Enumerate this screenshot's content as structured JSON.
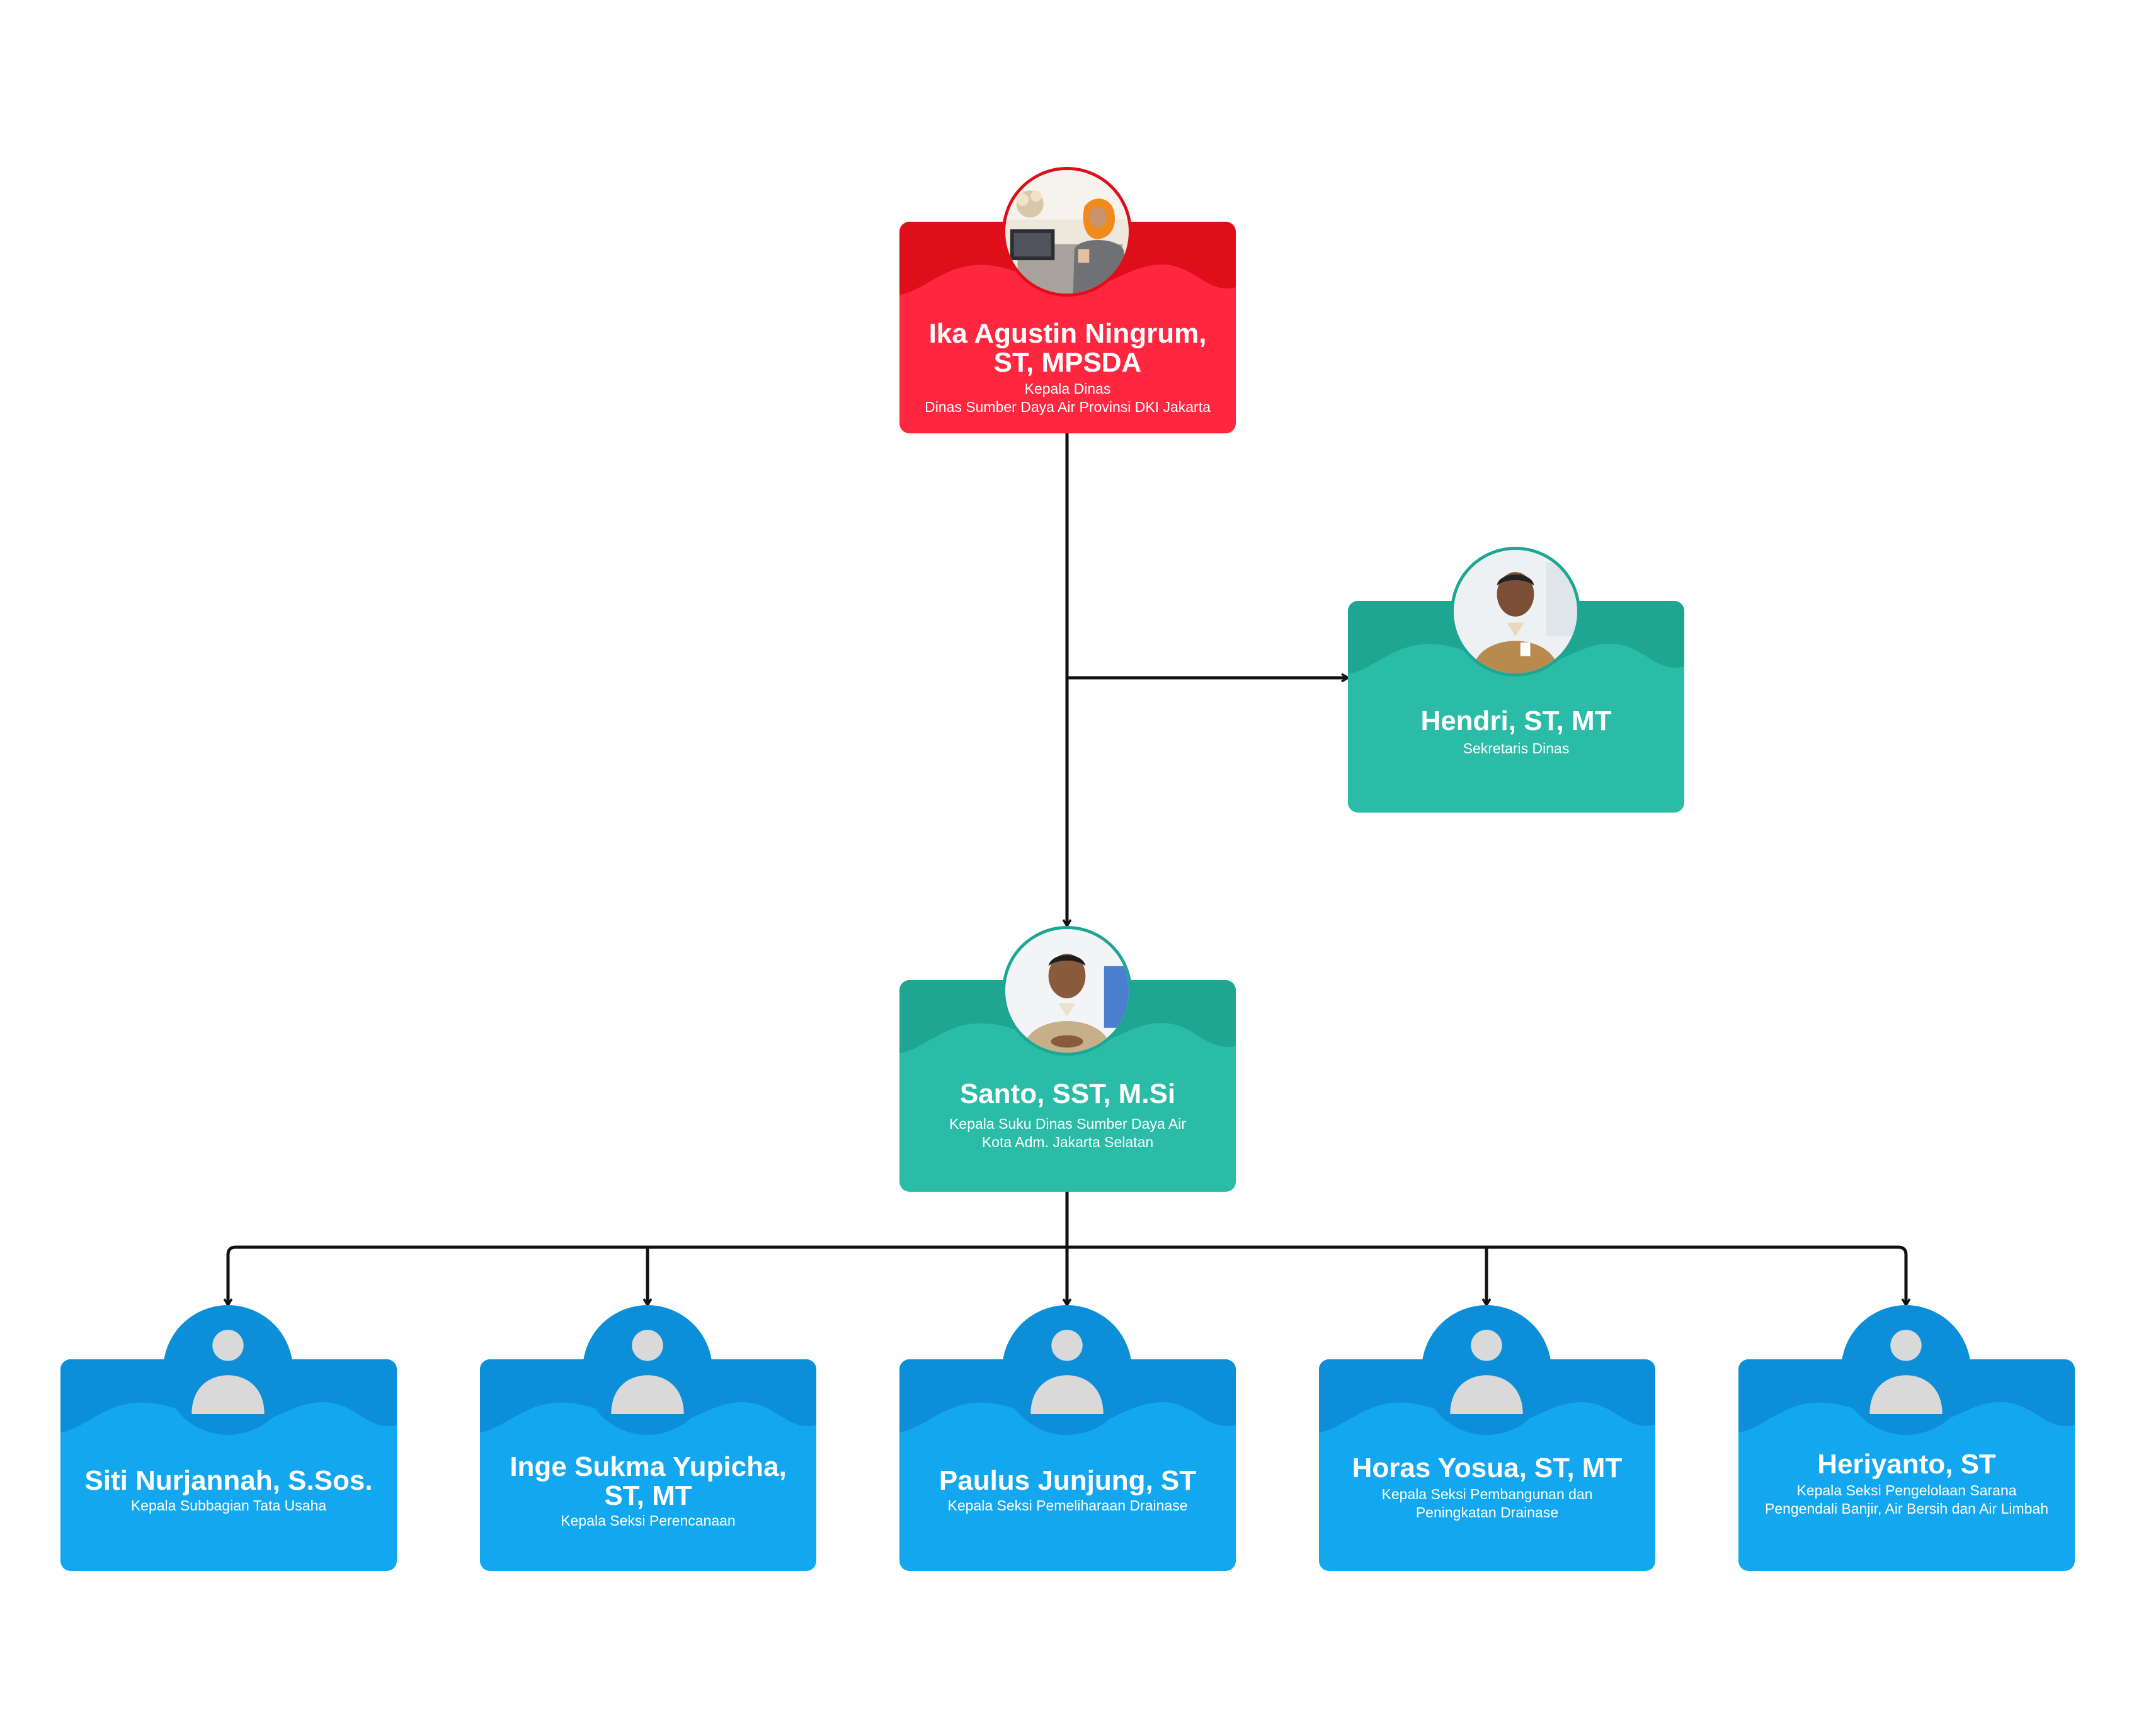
{
  "colors": {
    "red_top": "#de0f1b",
    "red_body": "#ff2640",
    "teal_top": "#1fa693",
    "teal_body": "#2abca7",
    "blue_top": "#0d8ed9",
    "blue_body": "#12a7ee",
    "line": "#111111",
    "placeholder_person": "#d9d9d9"
  },
  "nodes": {
    "head": {
      "name": "Ika Agustin Ningrum, ST, MPSDA",
      "title_line1": "Kepala Dinas",
      "title_line2": "Dinas Sumber Daya Air Provinsi DKI Jakarta"
    },
    "secretary": {
      "name": "Hendri, ST, MT",
      "title_line1": "Sekretaris Dinas"
    },
    "sudin_head": {
      "name": "Santo, SST, M.Si",
      "title_line1": "Kepala Suku Dinas Sumber Daya Air",
      "title_line2": "Kota Adm. Jakarta Selatan"
    },
    "staff": [
      {
        "name": "Siti Nurjannah, S.Sos.",
        "title_line1": "Kepala Subbagian Tata Usaha",
        "title_line2": ""
      },
      {
        "name": "Inge Sukma Yupicha, ST, MT",
        "title_line1": "Kepala Seksi Perencanaan",
        "title_line2": ""
      },
      {
        "name": "Paulus Junjung, ST",
        "title_line1": "Kepala Seksi Pemeliharaan Drainase",
        "title_line2": ""
      },
      {
        "name": "Horas Yosua, ST, MT",
        "title_line1": "Kepala Seksi Pembangunan dan",
        "title_line2": "Peningkatan Drainase"
      },
      {
        "name": "Heriyanto, ST",
        "title_line1": "Kepala Seksi Pengelolaan Sarana",
        "title_line2": "Pengendali Banjir, Air Bersih dan Air Limbah"
      }
    ]
  }
}
